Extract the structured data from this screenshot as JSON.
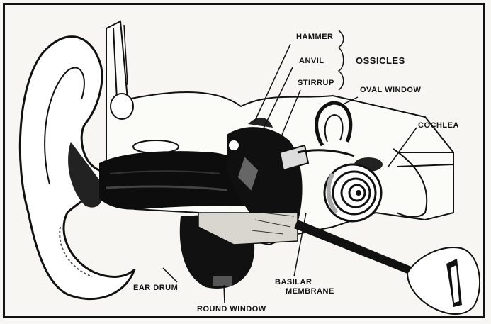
{
  "labels": {
    "hammer": "HAMMER",
    "anvil": "ANVIL",
    "stirrup": "STIRRUP",
    "ossicles": "OSSICLES",
    "oval_window": "OVAL WINDOW",
    "cochlea": "COCHLEA",
    "ear_drum": "EAR DRUM",
    "round_window": "ROUND WINDOW",
    "basilar_line1": "BASILAR",
    "basilar_line2": "MEMBRANE"
  },
  "colors": {
    "ink": "#111111",
    "paper": "#f7f6f2"
  }
}
